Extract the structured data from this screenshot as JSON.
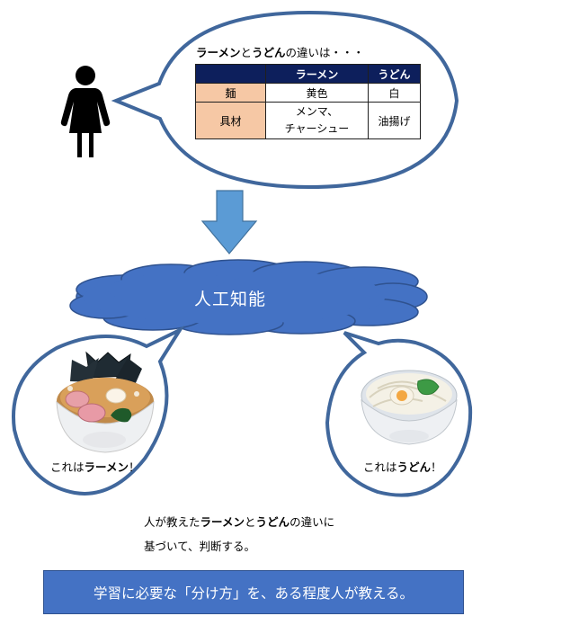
{
  "speech": {
    "title_parts": [
      "ラーメン",
      "と",
      "うどん",
      "の違いは・・・"
    ]
  },
  "comparison_table": {
    "headers": [
      "",
      "ラーメン",
      "うどん"
    ],
    "rows": [
      {
        "label": "麺",
        "ramen": "黄色",
        "udon": "白"
      },
      {
        "label": "具材",
        "ramen_line1": "メンマ、",
        "ramen_line2": "チャーシュー",
        "udon": "油揚げ"
      }
    ]
  },
  "ai_cloud": {
    "label": "人工知能"
  },
  "left_result": {
    "parts": [
      "これは",
      "ラーメン",
      "！"
    ]
  },
  "right_result": {
    "parts": [
      "これは",
      "うどん",
      "！"
    ]
  },
  "explanation": {
    "line1_parts": [
      "人が教えた",
      "ラーメン",
      "と",
      "うどん",
      "の違いに"
    ],
    "line2": "基づいて、判断する。"
  },
  "banner": {
    "text": "学習に必要な「分け方」を、ある程度人が教える。"
  },
  "colors": {
    "bubble_border": "#40679c",
    "arrow": "#5b9bd5",
    "cloud": "#4472c4",
    "table_header": "#0d1f5c",
    "table_rowhead": "#f6c8a5",
    "banner": "#4472c4"
  }
}
